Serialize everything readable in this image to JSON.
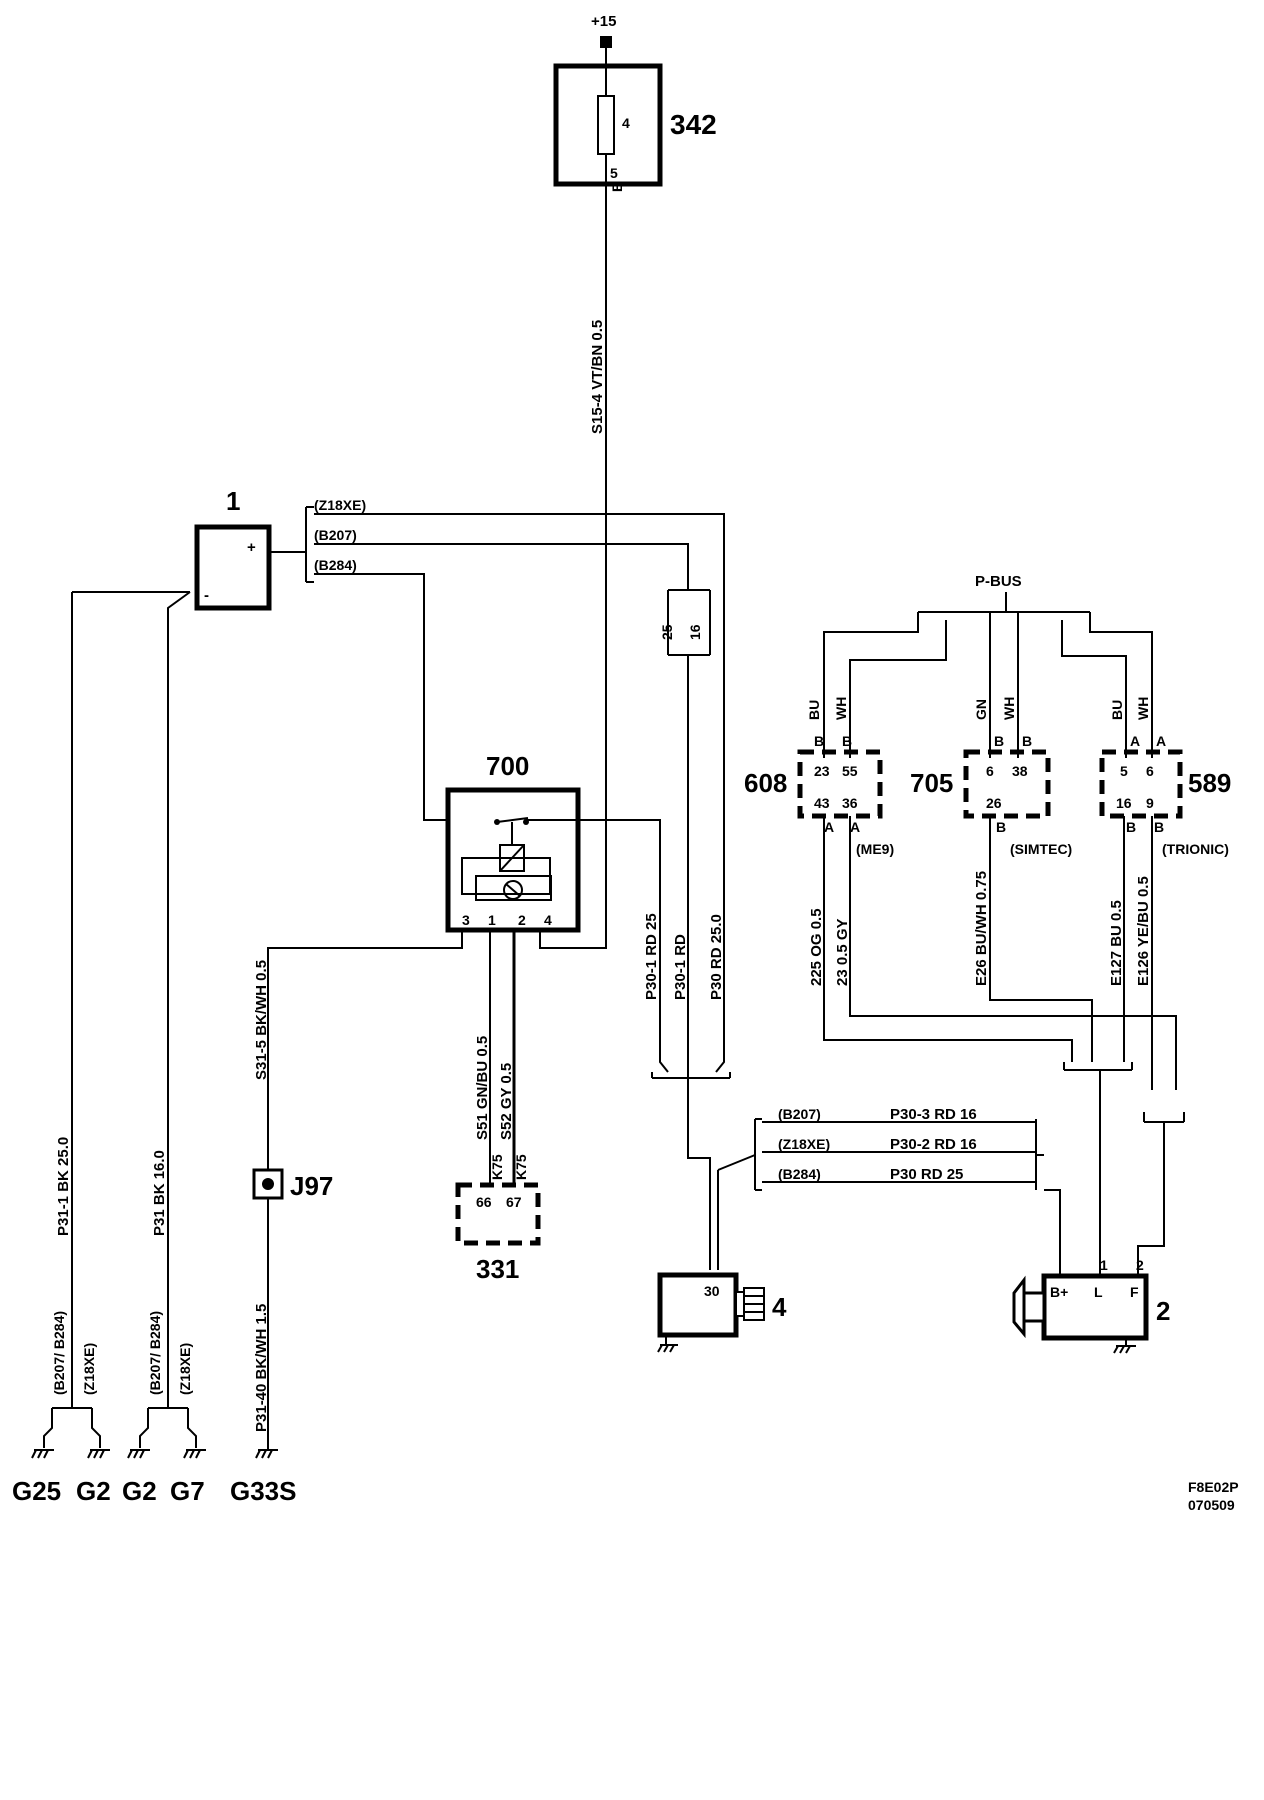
{
  "supply": {
    "label": "+15"
  },
  "components": {
    "c342": {
      "number": "342",
      "pin_in": "4",
      "pin_out": "5",
      "conn": "B"
    },
    "c1": {
      "number": "1",
      "plus": "+",
      "minus": "-"
    },
    "c700": {
      "number": "700",
      "pins": [
        "3",
        "1",
        "2",
        "4"
      ]
    },
    "c331": {
      "number": "331",
      "pins": [
        "66",
        "67"
      ],
      "conn": [
        "K75",
        "K75"
      ]
    },
    "c4": {
      "number": "4",
      "pin": "30"
    },
    "c2": {
      "number": "2",
      "pins": [
        "B+",
        "L",
        "F"
      ],
      "wire_pins": [
        "1",
        "2"
      ]
    },
    "c608": {
      "number": "608",
      "top_pins": [
        "23",
        "55"
      ],
      "bottom_pins": [
        "43",
        "36"
      ],
      "top_conn": [
        "B",
        "B"
      ],
      "bottom_conn": [
        "A",
        "A"
      ],
      "variant": "(ME9)"
    },
    "c705": {
      "number": "705",
      "top_pins": [
        "6",
        "38"
      ],
      "bottom_pins": [
        "26"
      ],
      "top_conn": [
        "B",
        "B"
      ],
      "bottom_conn": [
        "B"
      ],
      "variant": "(SIMTEC)"
    },
    "c589": {
      "number": "589",
      "top_pins": [
        "5",
        "6"
      ],
      "bottom_pins": [
        "16",
        "9"
      ],
      "top_conn": [
        "A",
        "A"
      ],
      "bottom_conn": [
        "B",
        "B"
      ],
      "variant": "(TRIONIC)"
    },
    "j97": {
      "number": "J97"
    }
  },
  "bus": {
    "label": "P-BUS"
  },
  "wire_colors": {
    "c608": [
      "BU",
      "WH"
    ],
    "c705": [
      "GN",
      "WH"
    ],
    "c589": [
      "BU",
      "WH"
    ]
  },
  "wires": {
    "s15_4": "S15-4  VT/BN  0.5",
    "p31_1": "P31-1  BK  25.0",
    "p31": "P31  BK  16.0",
    "s31_5": "S31-5   BK/WH  0.5",
    "p31_40": "P31-40   BK/WH  1.5",
    "s51": "S51  GN/BU  0.5",
    "s52": "S52  GY  0.5",
    "p30_1a": "P30-1  RD  25",
    "p30_1b": "P30-1  RD",
    "p30a": "P30  RD  25.0",
    "w225": "225  OG  0.5",
    "w23": "23  0.5  GY",
    "e26": "E26  BU/WH  0.75",
    "e127": "E127  BU  0.5",
    "e126": "E126  YE/BU  0.5",
    "p30_3": "P30-3  RD 16",
    "p30_2": "P30-2  RD 16",
    "p30b": "P30  RD  25"
  },
  "variants": {
    "z18xe": "(Z18XE)",
    "b207": "(B207)",
    "b284": "(B284)",
    "b207_b284": "(B207/ B284)"
  },
  "splice": {
    "top": "25",
    "bottom": "16"
  },
  "grounds": [
    "G25",
    "G2",
    "G2",
    "G7",
    "G33S"
  ],
  "footer": {
    "code": "F8E02P",
    "date": "070509"
  }
}
